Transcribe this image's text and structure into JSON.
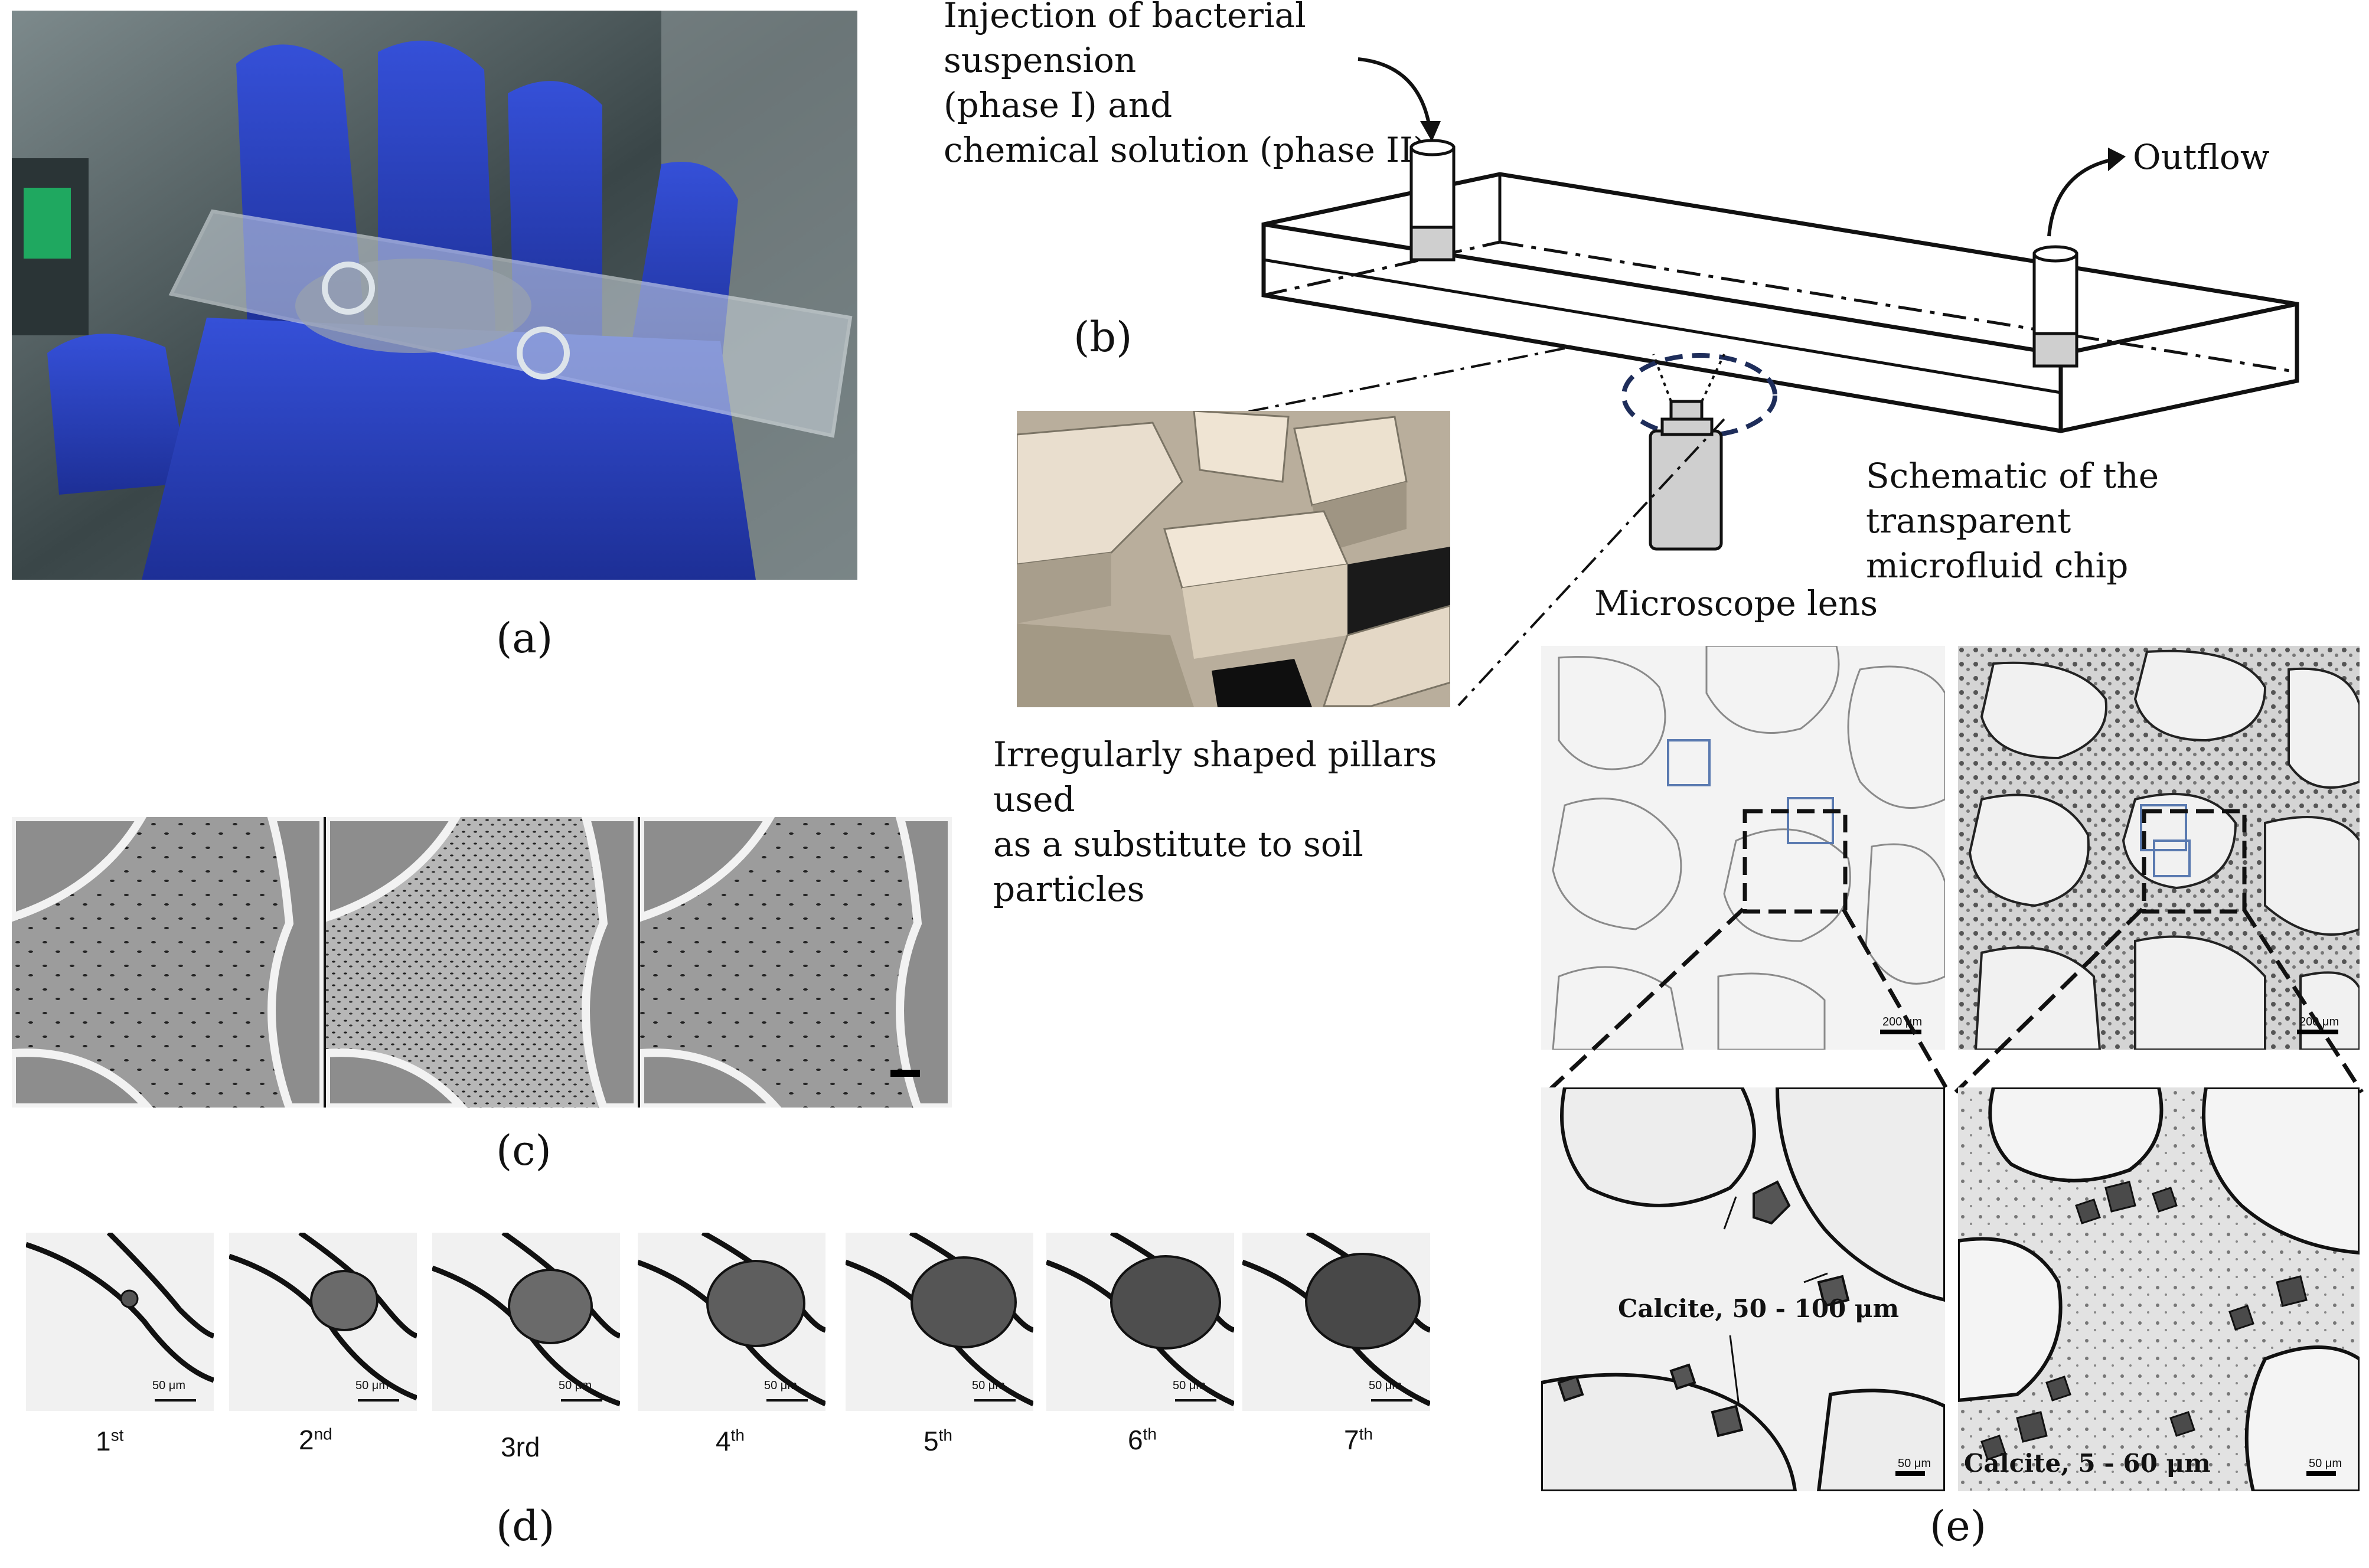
{
  "panel_a": {
    "caption": "(a)"
  },
  "panel_b": {
    "caption": "(b)",
    "injection_label_lines": [
      "Injection of bacterial suspension",
      "(phase I) and",
      "chemical solution (phase II)"
    ],
    "outflow_label": "Outflow",
    "chip_label_lines": [
      "Schematic of the transparent",
      "microfluid chip"
    ],
    "lens_label": "Microscope lens",
    "pillars_label_lines": [
      "Irregularly shaped pillars used",
      "as a substitute to soil particles"
    ]
  },
  "panel_c": {
    "caption": "(c)"
  },
  "panel_d": {
    "caption": "(d)",
    "scale_bar": "50 μm",
    "frames": [
      {
        "base": "1",
        "sup": "st"
      },
      {
        "base": "2",
        "sup": "nd"
      },
      {
        "base": "3rd",
        "sup": ""
      },
      {
        "base": "4",
        "sup": "th"
      },
      {
        "base": "5",
        "sup": "th"
      },
      {
        "base": "6",
        "sup": "th"
      },
      {
        "base": "7",
        "sup": "th"
      }
    ]
  },
  "panel_e": {
    "caption": "(e)",
    "scale_top": "200 μm",
    "scale_bottom": "50 μm",
    "calcite_left": "Calcite, 50 - 100 μm",
    "calcite_right": "Calcite, 5 - 60 μm"
  },
  "colors": {
    "glove": "#2d46c8",
    "glove_dark": "#1c2c8a",
    "pillar": "#e8dccb",
    "pillar_shadow": "#8a8272"
  }
}
